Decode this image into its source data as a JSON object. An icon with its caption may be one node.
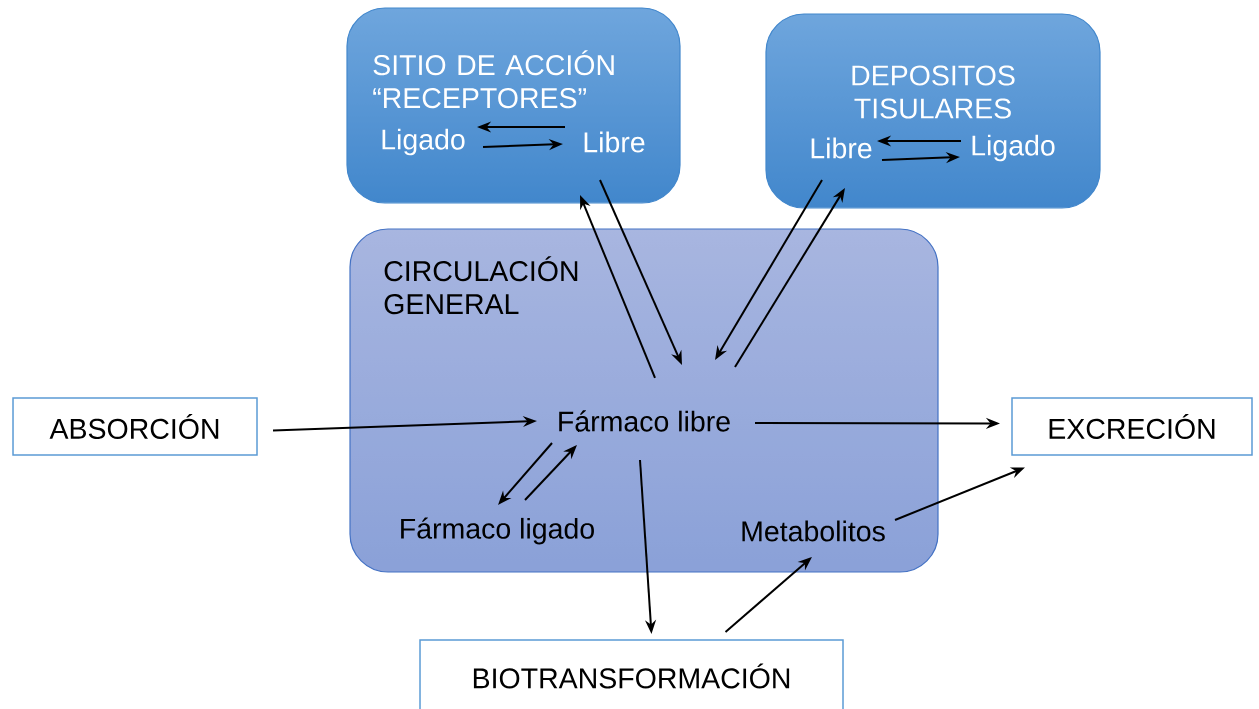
{
  "diagram": {
    "nodes": [
      {
        "text": [
          "SITIO DE ACCIÓN “RECEPTORES”"
        ]
      },
      {
        "text": [
          "Ligado"
        ],
        "in": 0
      },
      {
        "text": [
          "Libre"
        ],
        "in": 0
      },
      {
        "text": [
          "DEPOSITOS TISULARES"
        ]
      },
      {
        "text": [
          "Libre"
        ],
        "in": 3
      },
      {
        "text": [
          "Ligado"
        ],
        "in": 3
      },
      {
        "text": [
          "CIRCULACIÓN GENERAL"
        ]
      },
      {
        "text": [
          "Fármaco libre"
        ],
        "in": 6
      },
      {
        "text": [
          "Fármaco ligado"
        ],
        "in": 6
      },
      {
        "text": [
          "Metabolitos"
        ],
        "in": 6
      },
      {
        "text": [
          "ABSORCIÓN"
        ]
      },
      {
        "text": [
          "EXCRECIÓN"
        ]
      },
      {
        "text": [
          "BIOTRANSFORMACIÓN"
        ]
      }
    ],
    "edges": [
      {
        "from": 2,
        "to": 1,
        "arrow": "to"
      },
      {
        "from": 1,
        "to": 2,
        "arrow": "to"
      },
      {
        "from": 5,
        "to": 4,
        "arrow": "to"
      },
      {
        "from": 4,
        "to": 5,
        "arrow": "to"
      },
      {
        "from": 7,
        "to": 2,
        "arrow": "to"
      },
      {
        "from": 2,
        "to": 7,
        "arrow": "to"
      },
      {
        "from": 4,
        "to": 7,
        "arrow": "to"
      },
      {
        "from": 7,
        "to": 4,
        "arrow": "to"
      },
      {
        "from": 10,
        "to": 7,
        "arrow": "to"
      },
      {
        "from": 7,
        "to": 11,
        "arrow": "to"
      },
      {
        "from": 7,
        "to": 8,
        "arrow": "to"
      },
      {
        "from": 8,
        "to": 7,
        "arrow": "to"
      },
      {
        "from": 7,
        "to": 12,
        "arrow": "to"
      },
      {
        "from": 12,
        "to": 9,
        "arrow": "to"
      },
      {
        "from": 9,
        "to": 11,
        "arrow": "to"
      }
    ]
  }
}
